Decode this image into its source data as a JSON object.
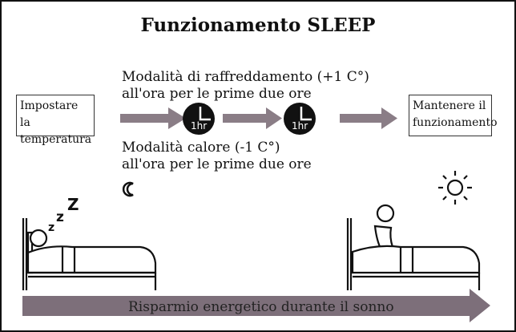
{
  "title": "Funzionamento SLEEP",
  "set_temp_box": {
    "line1": "Impostare la",
    "line2": "temperatura"
  },
  "keep_box": {
    "line1": "Mantenere il",
    "line2": "funzionamento"
  },
  "cooling_text": {
    "line1": "Modalità di raffreddamento (+1 C°)",
    "line2": "all'ora per le prime due ore"
  },
  "heating_text": {
    "line1": "Modalità calore (-1 C°)",
    "line2": "all'ora per le prime due ore"
  },
  "clocks": [
    {
      "label": "1hr"
    },
    {
      "label": "1hr"
    }
  ],
  "sleep_letters": [
    "z",
    "z",
    "Z"
  ],
  "bottom_bar": {
    "label": "Risparmio energetico durante il sonno"
  },
  "colors": {
    "arrow": "#8a7d86",
    "bar": "#7d6f7a",
    "ink": "#111111"
  },
  "icons": [
    "moon-icon",
    "sun-icon",
    "clock-icon",
    "sleeping-person-icon",
    "waking-person-icon"
  ]
}
